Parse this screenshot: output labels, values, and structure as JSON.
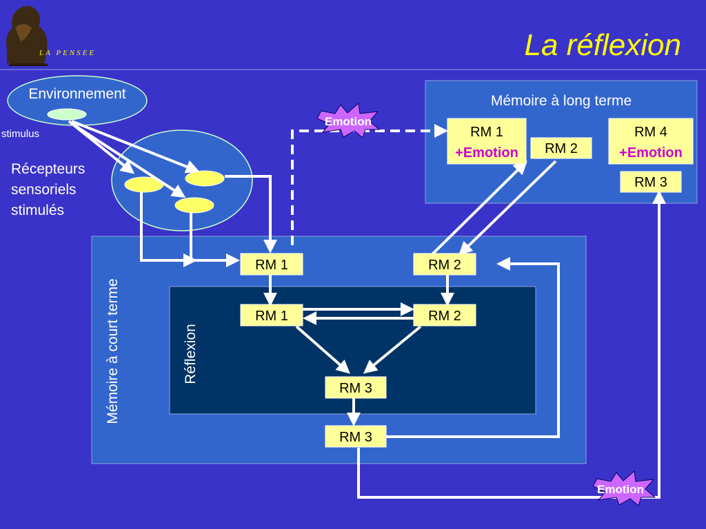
{
  "header": {
    "title": "La réflexion",
    "logo_caption": "LA PENSEE"
  },
  "environment": {
    "label": "Environnement",
    "stimulus_label": "stimulus"
  },
  "receptors": {
    "line1": "Récepteurs",
    "line2": "sensoriels",
    "line3": "stimulés"
  },
  "long_term_memory": {
    "title": "Mémoire à long terme",
    "rm1": "RM 1",
    "rm1_emotion": "+Emotion",
    "rm2": "RM 2",
    "rm4": "RM 4",
    "rm4_emotion": "+Emotion",
    "rm3": "RM 3"
  },
  "short_term_memory": {
    "label": "Mémoire à court terme",
    "rm1": "RM 1",
    "rm2": "RM 2",
    "rm3_out": "RM 3"
  },
  "reflection": {
    "label": "Réflexion",
    "rm1": "RM 1",
    "rm2": "RM 2",
    "rm3": "RM 3"
  },
  "emotion_badges": {
    "top": "Emotion",
    "bottom": "Emotion"
  },
  "colors": {
    "background": "#3a33c9",
    "title": "#ffff00",
    "panel": "#3366cc",
    "inner_panel": "#003366",
    "box_fill": "#ffff99",
    "emotion_text": "#cc00cc",
    "ellipse": "#ccffcc",
    "receptor": "#ffff66",
    "burst": "#cc66ff"
  }
}
